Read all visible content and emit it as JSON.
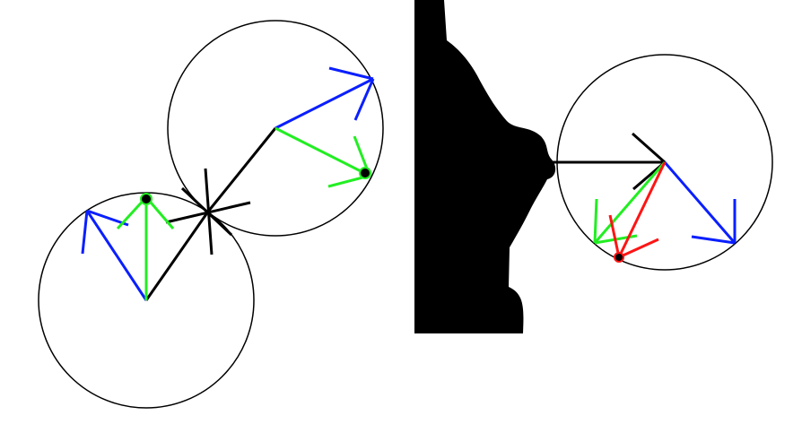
{
  "colors": {
    "background": "#ffffff",
    "outline": "#000000",
    "blue_vector": "#0a1fff",
    "green_vector": "#22ee22",
    "red_vector": "#ff1414",
    "hand": "#000000"
  },
  "icons": [
    "gripper-hand-silhouette"
  ],
  "panels": [
    {
      "name": "two-circle-vector-diagram"
    },
    {
      "name": "hand-and-circle-vector-diagram"
    }
  ]
}
